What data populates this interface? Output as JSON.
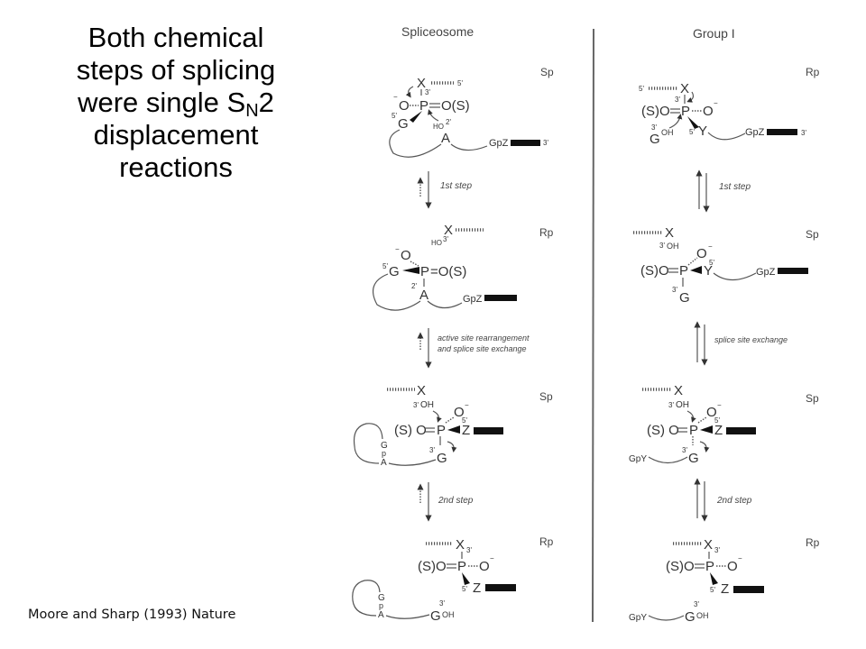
{
  "slide": {
    "title_parts": {
      "line1": "Both chemical",
      "line2": "steps of splicing",
      "line3_pre": "were single S",
      "line3_sub": "N",
      "line3_post": "2",
      "line4": "displacement",
      "line5": "reactions"
    },
    "citation": "Moore and Sharp (1993) Nature"
  },
  "figure": {
    "columns": [
      {
        "heading": "Spliceosome",
        "stages": [
          {
            "config": "Sp",
            "atoms": {
              "X": "X",
              "P": "P",
              "O_minus": "O",
              "O_S": "O(S)",
              "G": "G",
              "A": "A",
              "HO": "HO",
              "GpZ": "GpZ",
              "p5": "5'",
              "p3": "3'",
              "p2": "2'",
              "minus": "−"
            }
          },
          {
            "config": "Rp",
            "atoms": {
              "X": "X",
              "HO3": "HO",
              "P": "P",
              "O_minus": "O",
              "O_S": "=O(S)",
              "G": "G",
              "A": "A",
              "GpZ": "GpZ",
              "p5": "5'",
              "p3": "3'",
              "p2": "2'",
              "minus": "−"
            }
          },
          {
            "config": "Sp",
            "atoms": {
              "X": "X",
              "OH": "OH",
              "P": "P",
              "O_minus": "O",
              "S": "(S) O",
              "Z": "Z",
              "G": "G",
              "pG": "G",
              "pp": "p",
              "pA": "A",
              "p5": "5'",
              "p3": "3'",
              "minus": "−"
            }
          },
          {
            "config": "Rp",
            "atoms": {
              "X": "X",
              "P": "P",
              "O_minus": "O",
              "S": "(S)O",
              "Z": "Z",
              "G": "G",
              "pG": "G",
              "pp": "p",
              "pA": "A",
              "OH": "OH",
              "p5": "5'",
              "p3": "3'",
              "minus": "−"
            }
          }
        ],
        "transitions": [
          "1st step",
          "active site rearrangement",
          "and splice site exchange",
          "2nd step"
        ]
      },
      {
        "heading": "Group I",
        "stages": [
          {
            "config": "Rp",
            "atoms": {
              "X": "X",
              "P": "P",
              "O_minus": "O",
              "S": "(S)O",
              "G": "G",
              "OH": "OH",
              "Y": "Y",
              "GpZ": "GpZ",
              "p5": "5'",
              "p3": "3'",
              "minus": "−"
            }
          },
          {
            "config": "Sp",
            "atoms": {
              "X": "X",
              "OH": "OH",
              "P": "P",
              "O_minus": "O",
              "S": "(S)O",
              "Y": "Y",
              "G": "G",
              "GpZ": "GpZ",
              "p5": "5'",
              "p3": "3'",
              "minus": "−"
            }
          },
          {
            "config": "Sp",
            "atoms": {
              "X": "X",
              "OH": "OH",
              "P": "P",
              "O_minus": "O",
              "S": "(S) O",
              "Z": "Z",
              "G": "G",
              "GpY": "GpY",
              "p5": "5'",
              "p3": "3'",
              "minus": "−"
            }
          },
          {
            "config": "Rp",
            "atoms": {
              "X": "X",
              "P": "P",
              "O_minus": "O",
              "S": "(S)O",
              "Z": "Z",
              "G": "G",
              "GpY": "GpY",
              "OH": "OH",
              "p5": "5'",
              "p3": "3'",
              "minus": "−"
            }
          }
        ],
        "transitions": [
          "1st step",
          "splice site exchange",
          "2nd step"
        ]
      }
    ]
  }
}
